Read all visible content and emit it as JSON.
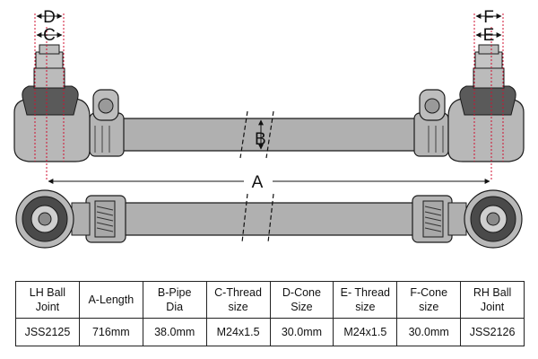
{
  "dimension_labels": {
    "a": "A",
    "b": "B",
    "c": "C",
    "d": "D",
    "e": "E",
    "f": "F"
  },
  "spec_table": {
    "headers": [
      [
        "LH Ball",
        "Joint"
      ],
      [
        "A-Length",
        ""
      ],
      [
        "B-Pipe",
        "Dia"
      ],
      [
        "C-Thread",
        "size"
      ],
      [
        "D-Cone",
        "Size"
      ],
      [
        "E- Thread",
        "size"
      ],
      [
        "F-Cone",
        "size"
      ],
      [
        "RH Ball",
        "Joint"
      ]
    ],
    "values": [
      "JSS2125",
      "716mm",
      "38.0mm",
      "M24x1.5",
      "30.0mm",
      "M24x1.5",
      "30.0mm",
      "JSS2126"
    ]
  },
  "colors": {
    "tube": "#b0b0b0",
    "rubber": "#555555",
    "dimension_line": "#d01030",
    "outline": "#1a1a1a"
  }
}
